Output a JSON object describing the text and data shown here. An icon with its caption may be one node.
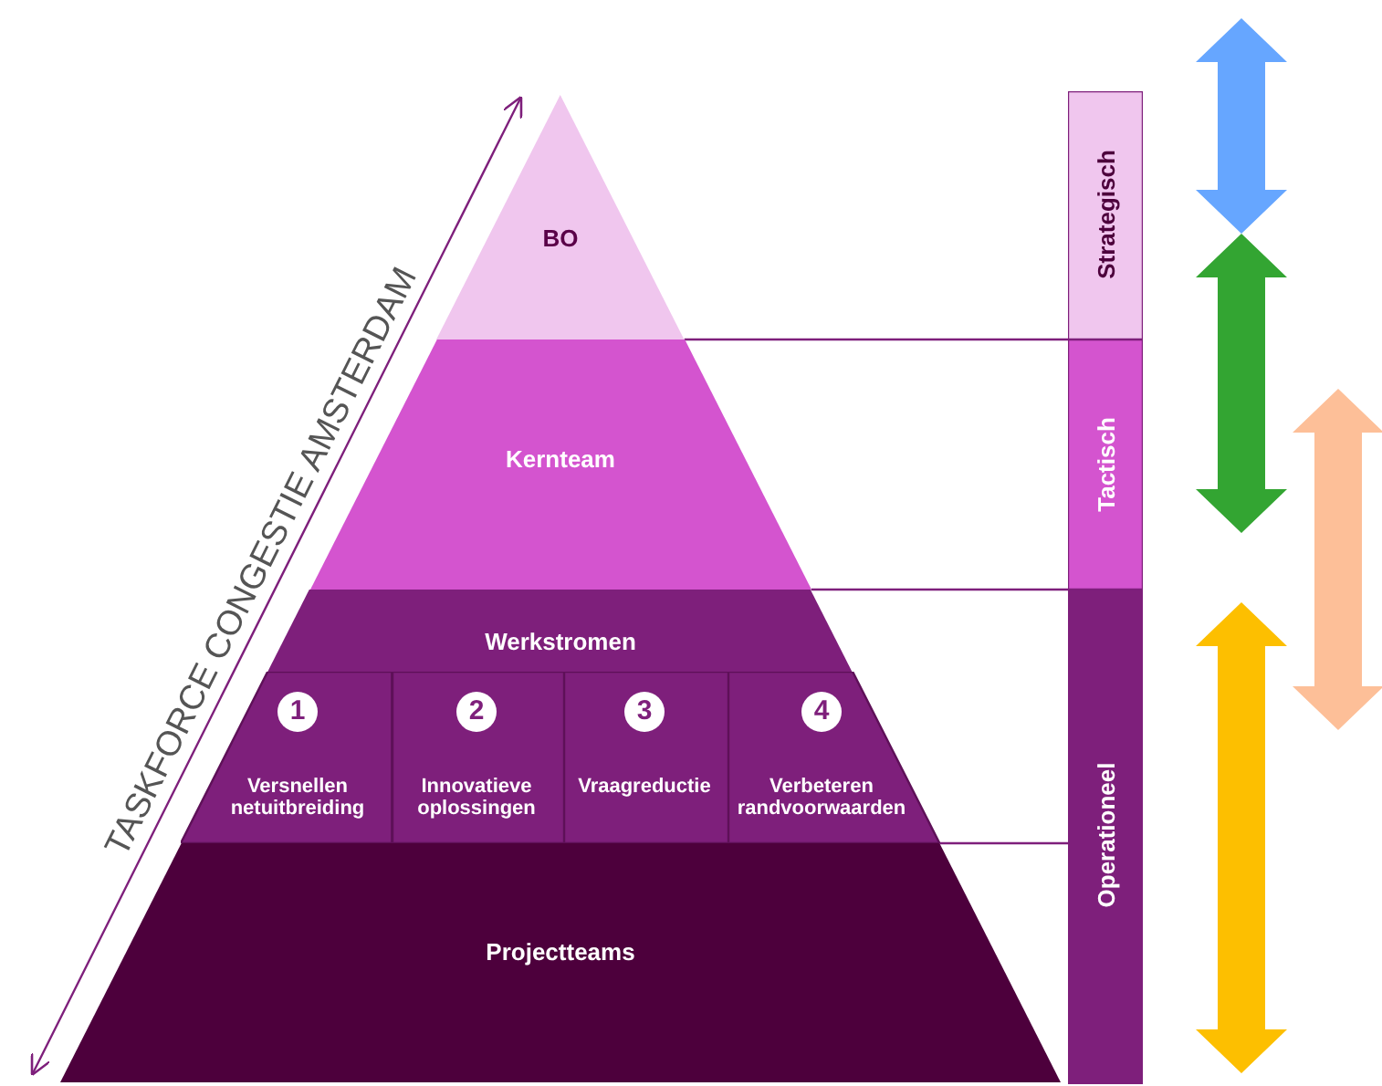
{
  "diagram": {
    "nodes": [
      {
        "text": [
          "BO"
        ]
      },
      {
        "text": [
          "Kernteam"
        ]
      },
      {
        "text": [
          "Werkstromen"
        ]
      },
      {
        "text": [
          "1",
          "Versnellen netuitbreiding"
        ],
        "in": 2
      },
      {
        "text": [
          "2",
          "Innovatieve oplossingen"
        ],
        "in": 2
      },
      {
        "text": [
          "3",
          "Vraagreductie"
        ],
        "in": 2
      },
      {
        "text": [
          "4",
          "Verbeteren randvoorwaarden"
        ],
        "in": 2
      },
      {
        "text": [
          "Projectteams"
        ]
      },
      {
        "text": [
          "Strategisch"
        ]
      },
      {
        "text": [
          "Tactisch"
        ]
      },
      {
        "text": [
          "Operationeel"
        ]
      }
    ],
    "edges": [
      {
        "from": 1,
        "to": 9,
        "arrow": "none"
      },
      {
        "from": 2,
        "to": 10,
        "arrow": "none"
      },
      {
        "from": 7,
        "to": 10,
        "arrow": "none"
      },
      {
        "from": 7,
        "to": 0,
        "arrow": "both"
      }
    ],
    "labels": [
      "TASKFORCE CONGESTIE AMSTERDAM"
    ]
  }
}
